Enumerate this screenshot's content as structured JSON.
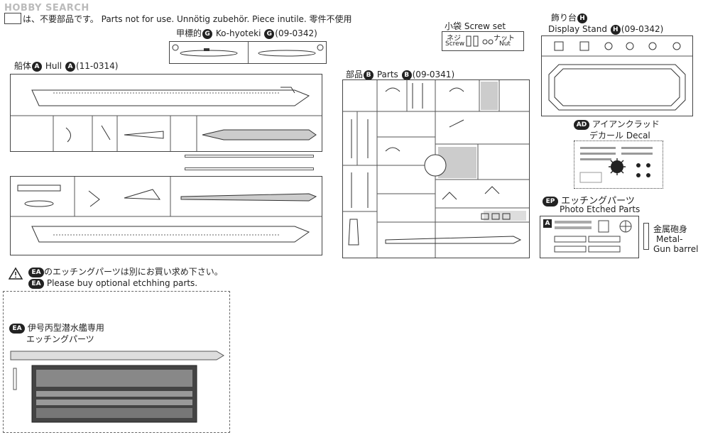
{
  "watermark": "HOBBY SEARCH",
  "header_note": "は、不要部品です。 Parts not for use. Unnötig zubehör. Piece inutile. 零件不使用",
  "kohyoteki": {
    "jp": "甲標的",
    "badge": "G",
    "en": "Ko-hyoteki",
    "code": "(09-0342)"
  },
  "hull": {
    "jp": "船体",
    "badge": "A",
    "en": "Hull",
    "code": "(11-0314)"
  },
  "parts_b": {
    "jp": "部品",
    "badge": "B",
    "en": "Parts",
    "code": "(09-0341)"
  },
  "screw_set": {
    "jp": "小袋",
    "en": "Screw set",
    "screw_jp": "ネジ",
    "screw_en": "Screw",
    "nut_jp": "ナット",
    "nut_en": "Nut"
  },
  "display_stand": {
    "jp": "飾り台",
    "badge": "H",
    "en": "Display Stand",
    "code": "(09-0342)"
  },
  "decal": {
    "badge": "AD",
    "jp1": "アイアンクラッド",
    "jp2": "デカール",
    "en": "Decal"
  },
  "photo_etched": {
    "badge": "EP",
    "jp": "エッチングパーツ",
    "en": "Photo Etched Parts",
    "label_a": "A"
  },
  "gun_barrel": {
    "jp": "金属砲身",
    "en1": "Metal-",
    "en2": "Gun barrel"
  },
  "optional_note": {
    "badge": "EA",
    "jp": "のエッチングパーツは別にお買い求め下さい。",
    "en": "Please buy optional etchhing parts."
  },
  "ea_box": {
    "badge": "EA",
    "jp1": "伊号丙型潜水艦専用",
    "jp2": "エッチングパーツ"
  },
  "colors": {
    "ink": "#222222",
    "line": "#444444",
    "shade": "#d8d8d8"
  }
}
